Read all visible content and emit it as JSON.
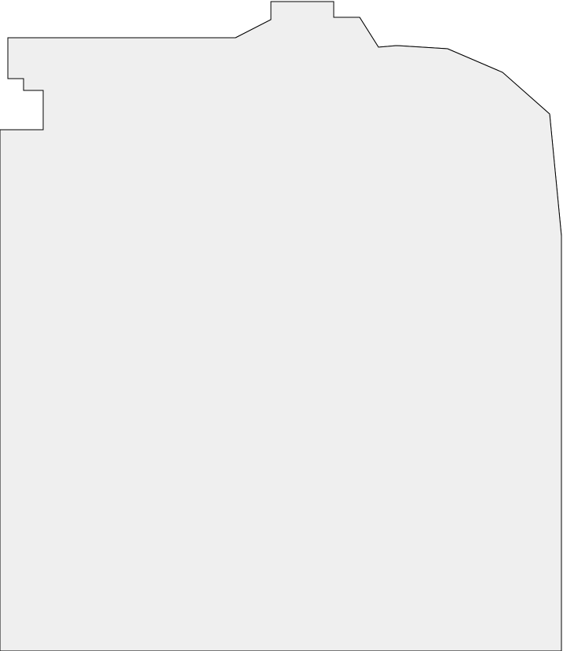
{
  "map": {
    "type": "floor-plan",
    "colors": {
      "background": "#ffffff",
      "building": "#efefef",
      "room": "#ffffff",
      "highlighted_room": "#777777",
      "outline": "#000000"
    },
    "highlighted_room": {
      "shape": "diamond",
      "pattern": "dotted"
    }
  }
}
